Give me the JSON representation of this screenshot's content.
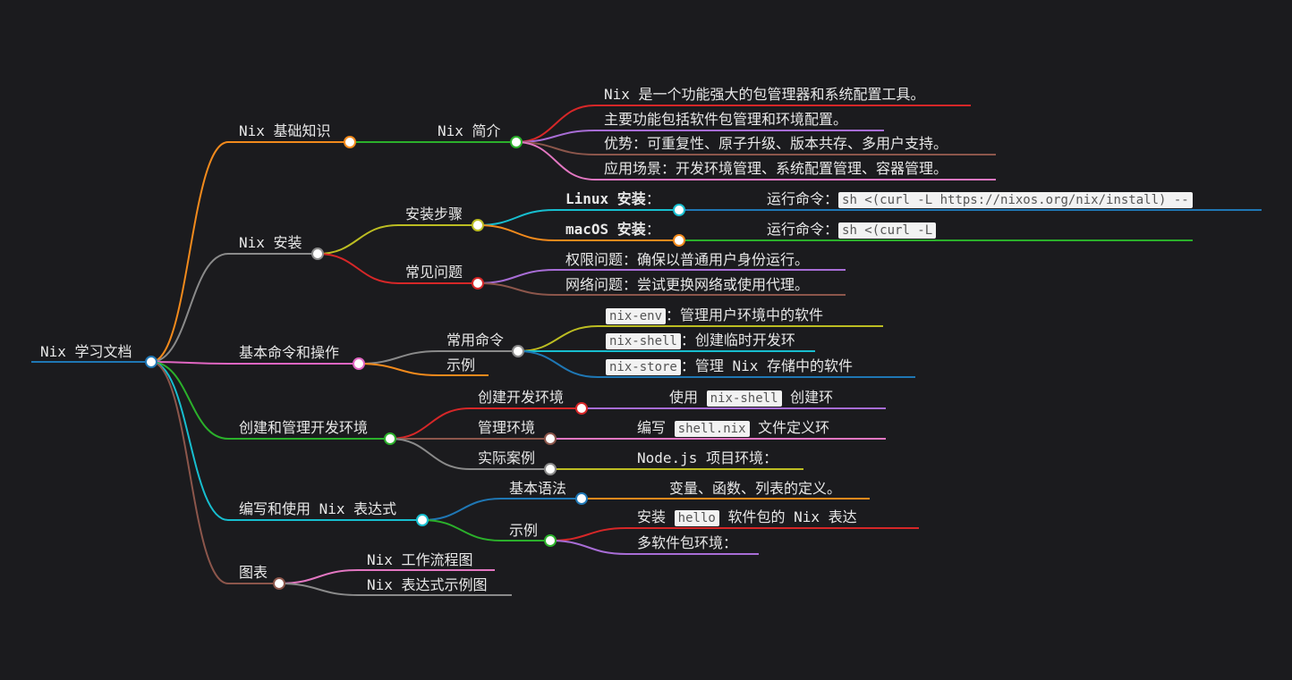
{
  "colors": {
    "background": "#1b1b1e",
    "text": "#e8e8e8",
    "node_fill": "#ffffff",
    "orange": "#f28a1c",
    "gray": "#8a8a8a",
    "magenta": "#e066c2",
    "green": "#2bb02b",
    "cyan": "#17becf",
    "brown": "#8c564b",
    "red": "#d62728",
    "purple": "#a86dd6",
    "yellow": "#bcbd22",
    "blue": "#1f77b4",
    "pink": "#e377c2"
  },
  "root": {
    "label": "Nix 学习文档"
  },
  "nodes": {
    "basics": "Nix 基础知识",
    "intro": "Nix 简介",
    "intro_1": "Nix 是一个功能强大的包管理器和系统配置工具。",
    "intro_2": "主要功能包括软件包管理和环境配置。",
    "intro_3": "优势：可重复性、原子升级、版本共存、多用户支持。",
    "intro_4": "应用场景：开发环境管理、系统配置管理、容器管理。",
    "install": "Nix 安装",
    "install_steps": "安装步骤",
    "linux_install": "Linux 安装",
    "linux_colon": "：",
    "run_cmd": "运行命令：",
    "linux_cmd": "sh <(curl -L https://nixos.org/nix/install) --",
    "macos_install": "macOS 安装",
    "macos_colon": "：",
    "run_cmd_2": "运行命令：",
    "macos_cmd": "sh <(curl -L",
    "faq": "常见问题",
    "faq_1": "权限问题：确保以普通用户身份运行。",
    "faq_2": "网络问题：尝试更换网络或使用代理。",
    "commands": "基本命令和操作",
    "common_cmds": "常用命令",
    "cmd_env": "nix-env",
    "cmd_env_desc": "：管理用户环境中的软件",
    "cmd_shell": "nix-shell",
    "cmd_shell_desc": "：创建临时开发环",
    "cmd_store": "nix-store",
    "cmd_store_desc": "：管理 Nix 存储中的软件",
    "examples": "示例",
    "devenv": "创建和管理开发环境",
    "create_env": "创建开发环境",
    "use": "使用",
    "use_shell": "nix-shell",
    "create_env_desc": "创建环",
    "manage_env": "管理环境",
    "write": "编写",
    "shell_nix": "shell.nix",
    "file_def": "文件定义环",
    "real_case": "实际案例",
    "nodejs_env": "Node.js 项目环境：",
    "expressions": "编写和使用 Nix 表达式",
    "syntax": "基本语法",
    "syntax_desc": "变量、函数、列表的定义。",
    "expr_examples": "示例",
    "install_word": "安装",
    "hello": "hello",
    "hello_desc": "软件包的 Nix 表达",
    "multi_pkg": "多软件包环境：",
    "charts": "图表",
    "workflow": "Nix 工作流程图",
    "expr_chart": "Nix 表达式示例图"
  }
}
